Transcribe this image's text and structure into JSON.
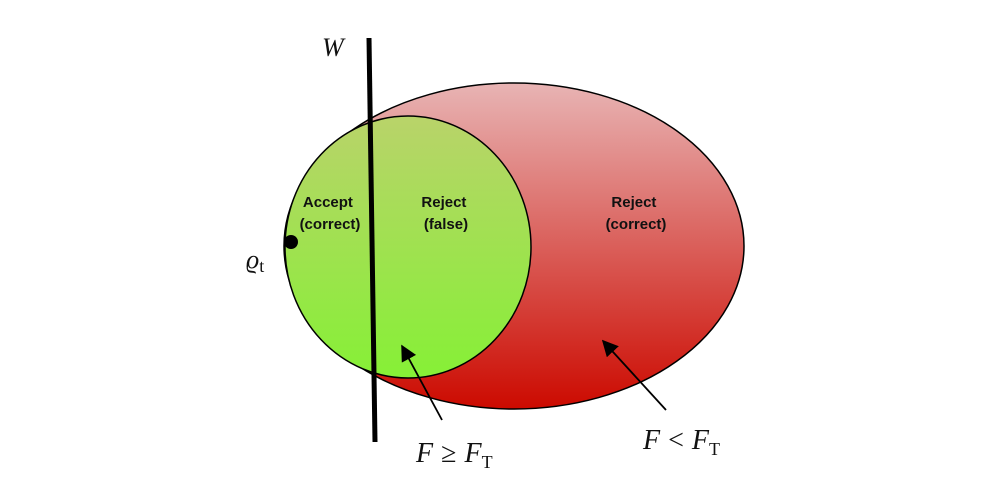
{
  "labels": {
    "witness": "W",
    "state_symbol": "ϱ",
    "state_subscript": "t",
    "accept_correct_line1": "Accept",
    "accept_correct_line2": "(correct)",
    "reject_false_line1": "Reject",
    "reject_false_line2": "(false)",
    "reject_correct_line1": "Reject",
    "reject_correct_line2": "(correct)",
    "fidelity_high_var": "F",
    "fidelity_high_op": "≥",
    "fidelity_high_rhs": "F",
    "fidelity_high_sub": "T",
    "fidelity_low_var": "F",
    "fidelity_low_op": "<",
    "fidelity_low_rhs": "F",
    "fidelity_low_sub": "T"
  },
  "colors": {
    "outer_region_top": "#e8b4b4",
    "outer_region_bottom": "#cc0a00",
    "inner_region_top": "#b9d36a",
    "inner_region_bottom": "#86f036",
    "outline": "#000000"
  }
}
